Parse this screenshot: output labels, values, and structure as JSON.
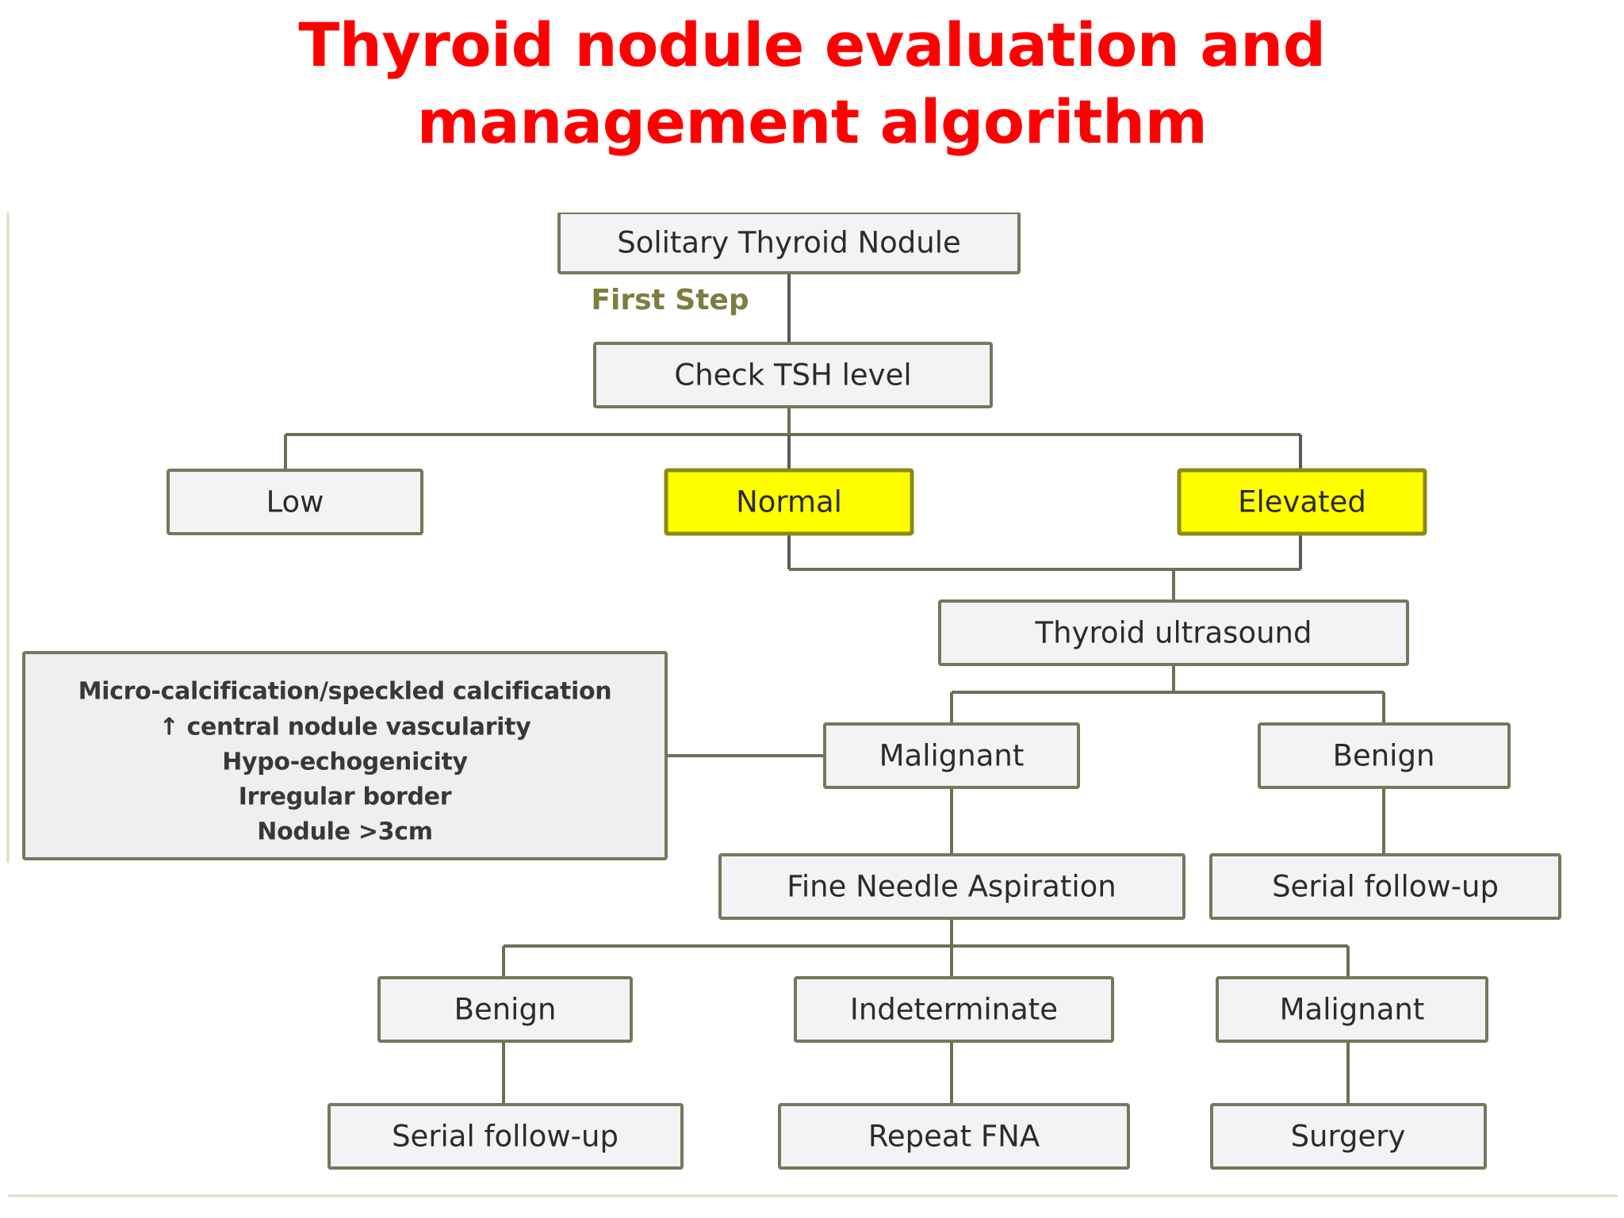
{
  "slide": {
    "background": "#ffffff",
    "title_color": "#ff0000",
    "title_lines": [
      "Thyroid nodule evaluation and",
      "management algorithm"
    ]
  },
  "colors": {
    "node_fill": "#f4f2f4",
    "node_border": "#75785a",
    "highlight_fill": "#ffff00",
    "highlight_border": "#8a8a15",
    "edge": "#6e6f55",
    "step_label": "#7e7c3e",
    "text": "#2c2a2c"
  },
  "flowchart": {
    "type": "flowchart",
    "edge_label": "First Step",
    "nodes": {
      "root": "Solitary Thyroid Nodule",
      "tsh": "Check TSH level",
      "low": "Low",
      "normal": "Normal",
      "elevated": "Elevated",
      "ultrasound": "Thyroid ultrasound",
      "us_malignant": "Malignant",
      "us_benign": "Benign",
      "fna": "Fine Needle Aspiration",
      "benign_followup": "Serial follow-up",
      "fna_benign": "Benign",
      "fna_indeterminate": "Indeterminate",
      "fna_malignant": "Malignant",
      "fna_benign_result": "Serial follow-up",
      "fna_indeterminate_result": "Repeat FNA",
      "fna_malignant_result": "Surgery"
    },
    "criteria_box": {
      "lines": [
        "Micro-calcification/speckled calcification",
        "↑ central nodule vascularity",
        "Hypo-echogenicity",
        "Irregular border",
        "Nodule >3cm"
      ]
    },
    "edges": [
      {
        "from": "root",
        "to": "tsh",
        "label": "First Step"
      },
      {
        "from": "tsh",
        "to": "low",
        "label": ""
      },
      {
        "from": "tsh",
        "to": "normal",
        "label": ""
      },
      {
        "from": "tsh",
        "to": "elevated",
        "label": ""
      },
      {
        "from": "normal",
        "to": "ultrasound",
        "label": ""
      },
      {
        "from": "elevated",
        "to": "ultrasound",
        "label": ""
      },
      {
        "from": "ultrasound",
        "to": "us_malignant",
        "label": ""
      },
      {
        "from": "ultrasound",
        "to": "us_benign",
        "label": ""
      },
      {
        "from": "criteria_box",
        "to": "us_malignant",
        "label": ""
      },
      {
        "from": "us_malignant",
        "to": "fna",
        "label": ""
      },
      {
        "from": "us_benign",
        "to": "benign_followup",
        "label": ""
      },
      {
        "from": "fna",
        "to": "fna_benign",
        "label": ""
      },
      {
        "from": "fna",
        "to": "fna_indeterminate",
        "label": ""
      },
      {
        "from": "fna",
        "to": "fna_malignant",
        "label": ""
      },
      {
        "from": "fna_benign",
        "to": "fna_benign_result",
        "label": ""
      },
      {
        "from": "fna_indeterminate",
        "to": "fna_indeterminate_result",
        "label": ""
      },
      {
        "from": "fna_malignant",
        "to": "fna_malignant_result",
        "label": ""
      }
    ]
  }
}
